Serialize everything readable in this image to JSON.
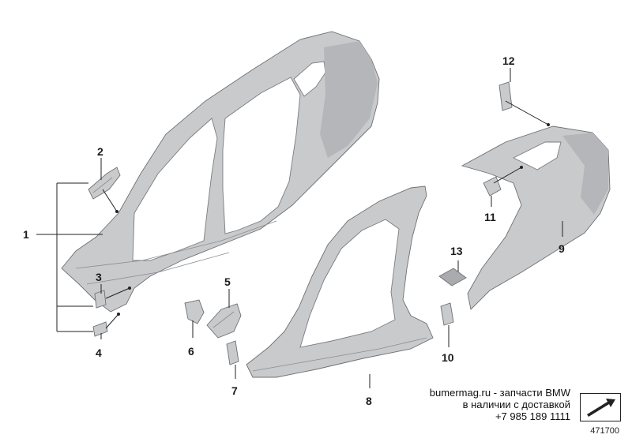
{
  "callouts": {
    "c1": "1",
    "c2": "2",
    "c3": "3",
    "c4": "4",
    "c5": "5",
    "c6": "6",
    "c7": "7",
    "c8": "8",
    "c9": "9",
    "c10": "10",
    "c11": "11",
    "c12": "12",
    "c13": "13"
  },
  "watermark": {
    "line1": "bumermag.ru - запчасти BMW",
    "line2": "в наличии с доставкой",
    "line3": "+7 985 189 1111"
  },
  "diagram_number": "471700",
  "icons": {
    "badge": "view-direction-arrow-icon"
  },
  "colors": {
    "panel": "#c9cacc",
    "outline": "#6e7073",
    "text": "#1a1a1a"
  }
}
